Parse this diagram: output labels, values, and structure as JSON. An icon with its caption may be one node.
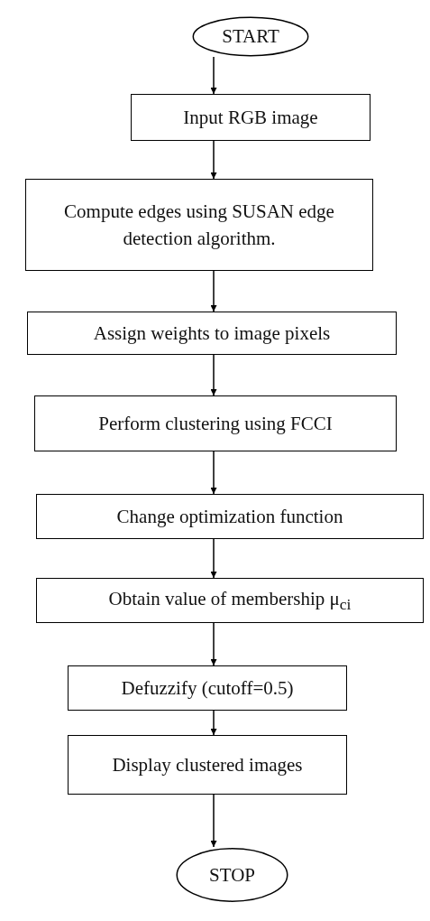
{
  "diagram": {
    "nodes": [
      {
        "text": [
          "START"
        ]
      },
      {
        "text": [
          "Input RGB image"
        ]
      },
      {
        "text": [
          "Compute edges using SUSAN edge detection algorithm."
        ]
      },
      {
        "text": [
          "Assign weights to image pixels"
        ]
      },
      {
        "text": [
          "Perform clustering using FCCI"
        ]
      },
      {
        "text": [
          "Change optimization function"
        ]
      },
      {
        "text": [
          "Obtain value of membership μ$_{ci}$"
        ]
      },
      {
        "text": [
          "Defuzzify (cutoff=0.5)"
        ]
      },
      {
        "text": [
          "Display clustered images"
        ]
      },
      {
        "text": [
          "STOP"
        ]
      }
    ],
    "edges": [
      {
        "from": 0,
        "to": 1,
        "arrow": "to"
      },
      {
        "from": 1,
        "to": 2,
        "arrow": "to"
      },
      {
        "from": 2,
        "to": 3,
        "arrow": "to"
      },
      {
        "from": 3,
        "to": 4,
        "arrow": "to"
      },
      {
        "from": 4,
        "to": 5,
        "arrow": "to"
      },
      {
        "from": 5,
        "to": 6,
        "arrow": "to"
      },
      {
        "from": 6,
        "to": 7,
        "arrow": "to"
      },
      {
        "from": 7,
        "to": 8,
        "arrow": "to"
      },
      {
        "from": 8,
        "to": 9,
        "arrow": "to"
      }
    ]
  }
}
